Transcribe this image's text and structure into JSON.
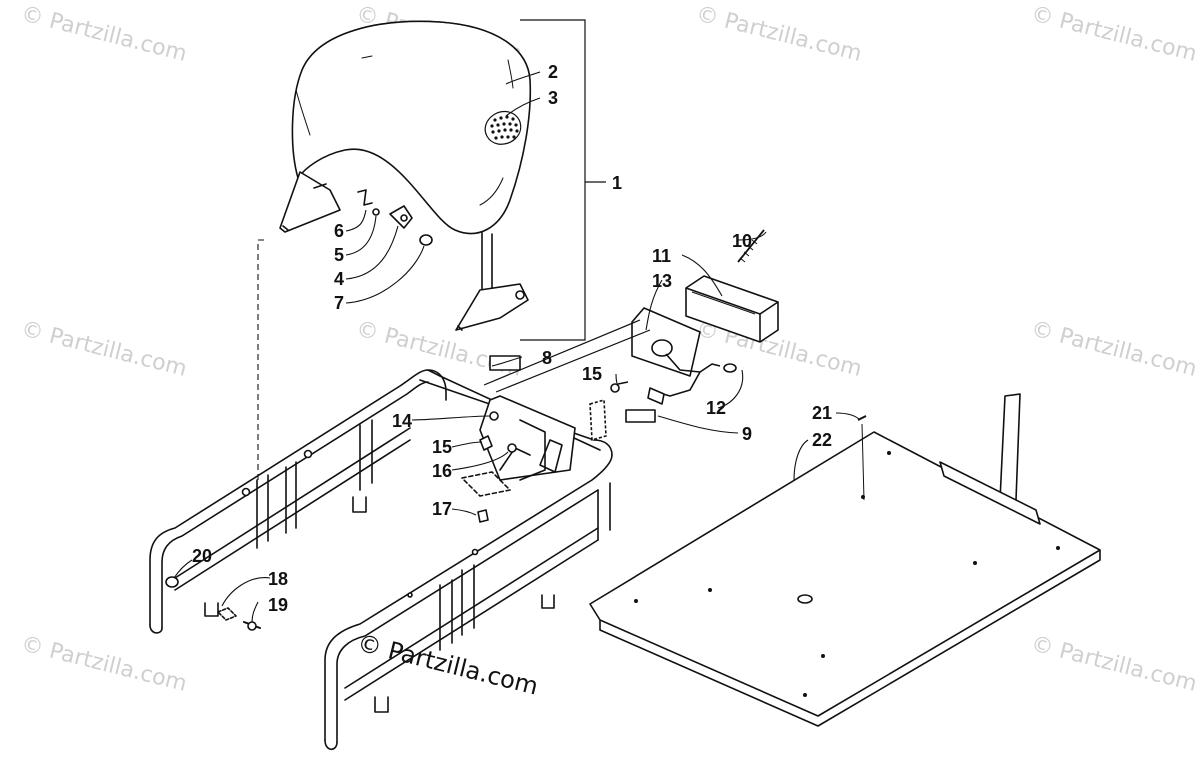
{
  "watermark": "© Partzilla.com",
  "credit": "© Partzilla.com",
  "callouts": {
    "c1": "1",
    "c2": "2",
    "c3": "3",
    "c4": "4",
    "c5": "5",
    "c6": "6",
    "c7": "7",
    "c8": "8",
    "c9": "9",
    "c10": "10",
    "c11": "11",
    "c12": "12",
    "c13": "13",
    "c14": "14",
    "c15a": "15",
    "c15b": "15",
    "c16": "16",
    "c17": "17",
    "c18": "18",
    "c19": "19",
    "c20": "20",
    "c21": "21",
    "c22": "22"
  },
  "colors": {
    "line": "#111111",
    "watermark": "#cfcfcf",
    "background": "#ffffff"
  }
}
